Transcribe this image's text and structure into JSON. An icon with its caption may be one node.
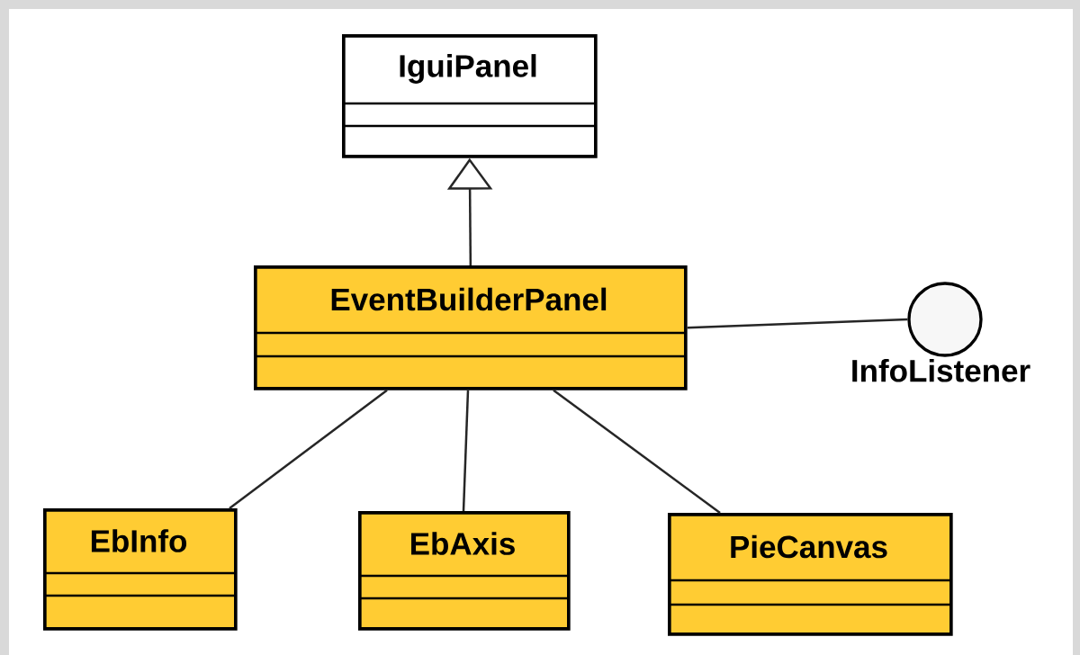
{
  "diagram": {
    "nodes": [
      {
        "text": [
          "IguiPanel"
        ]
      },
      {
        "text": [
          "EventBuilderPanel"
        ]
      },
      {
        "text": [],
        "shape": "circle",
        "beside": [
          "InfoListener"
        ]
      },
      {
        "text": [
          "EbInfo"
        ]
      },
      {
        "text": [
          "EbAxis"
        ]
      },
      {
        "text": [
          "PieCanvas"
        ]
      }
    ],
    "edges": [
      {
        "from": 1,
        "to": 0,
        "arrow": "to"
      },
      {
        "from": 1,
        "to": 2,
        "arrow": "none"
      },
      {
        "from": 1,
        "to": 3,
        "arrow": "none"
      },
      {
        "from": 1,
        "to": 4,
        "arrow": "none"
      },
      {
        "from": 1,
        "to": 5,
        "arrow": "none"
      }
    ]
  }
}
